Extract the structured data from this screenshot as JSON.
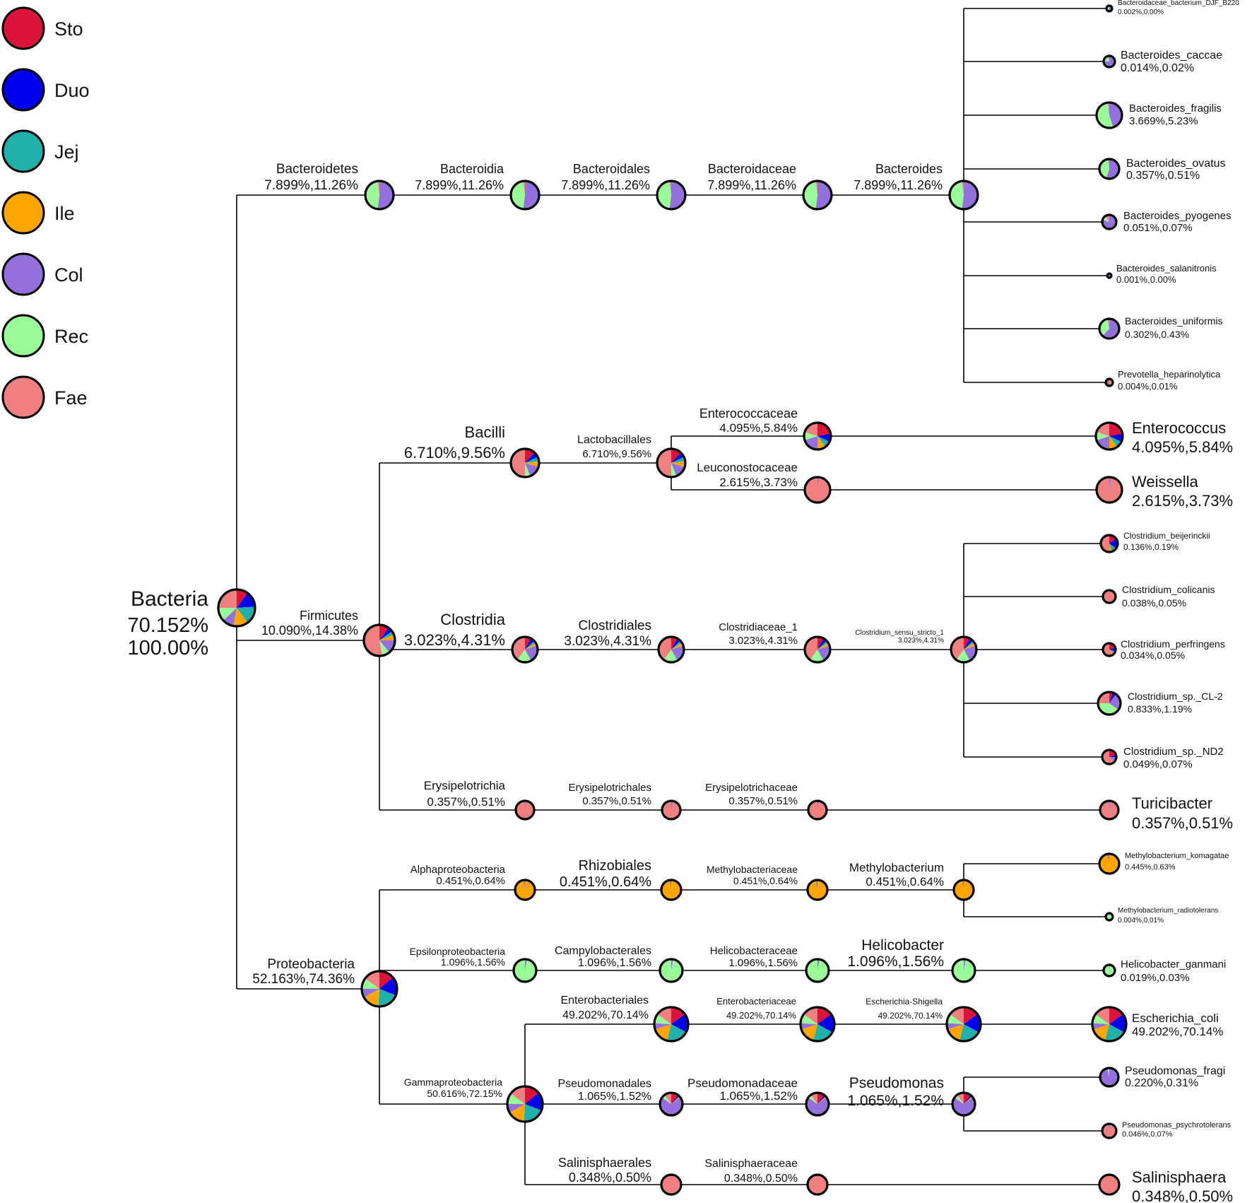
{
  "legend": [
    {
      "key": "Sto",
      "label": "Sto",
      "color": "#dc143c"
    },
    {
      "key": "Duo",
      "label": "Duo",
      "color": "#0000ee"
    },
    {
      "key": "Jej",
      "label": "Jej",
      "color": "#20b2aa"
    },
    {
      "key": "Ile",
      "label": "Ile",
      "color": "#ffa500"
    },
    {
      "key": "Col",
      "label": "Col",
      "color": "#9370db"
    },
    {
      "key": "Rec",
      "label": "Rec",
      "color": "#98fb98"
    },
    {
      "key": "Fae",
      "label": "Fae",
      "color": "#f08080"
    }
  ],
  "nodes": [
    {
      "id": "bacteria",
      "parent": null,
      "level": 0,
      "name": "Bacteria",
      "value": "70.152%",
      "value2": "100.00%",
      "pie": {
        "Sto": 0.1,
        "Duo": 0.14,
        "Jej": 0.16,
        "Ile": 0.13,
        "Col": 0.1,
        "Rec": 0.12,
        "Fae": 0.25
      }
    },
    {
      "id": "bacteroidetes",
      "parent": "bacteria",
      "level": 1,
      "name": "Bacteroidetes",
      "value": "7.899%,11.26%",
      "pie": {
        "Col": 0.52,
        "Rec": 0.46,
        "Fae": 0.02
      }
    },
    {
      "id": "firmicutes",
      "parent": "bacteria",
      "level": 1,
      "name": "Firmicutes",
      "value": "10.090%,14.38%",
      "pie": {
        "Sto": 0.1,
        "Duo": 0.05,
        "Jej": 0.04,
        "Ile": 0.06,
        "Col": 0.14,
        "Rec": 0.08,
        "Fae": 0.53
      }
    },
    {
      "id": "proteobacteria",
      "parent": "bacteria",
      "level": 1,
      "name": "Proteobacteria",
      "value": "52.163%,74.36%",
      "pie": {
        "Sto": 0.14,
        "Duo": 0.17,
        "Jej": 0.2,
        "Ile": 0.16,
        "Col": 0.08,
        "Rec": 0.1,
        "Fae": 0.15
      }
    },
    {
      "id": "bacteroidia",
      "parent": "bacteroidetes",
      "level": 2,
      "name": "Bacteroidia",
      "value": "7.899%,11.26%",
      "pie": {
        "Col": 0.52,
        "Rec": 0.46,
        "Fae": 0.02
      }
    },
    {
      "id": "bacteroidales",
      "parent": "bacteroidia",
      "level": 3,
      "name": "Bacteroidales",
      "value": "7.899%,11.26%",
      "pie": {
        "Col": 0.52,
        "Rec": 0.46,
        "Fae": 0.02
      }
    },
    {
      "id": "bacteroidaceae",
      "parent": "bacteroidales",
      "level": 4,
      "name": "Bacteroidaceae",
      "value": "7.899%,11.26%",
      "pie": {
        "Col": 0.52,
        "Rec": 0.46,
        "Fae": 0.02
      }
    },
    {
      "id": "bacteroides",
      "parent": "bacteroidaceae",
      "level": 5,
      "name": "Bacteroides",
      "value": "7.899%,11.26%",
      "pie": {
        "Col": 0.52,
        "Rec": 0.46,
        "Fae": 0.02
      }
    },
    {
      "id": "b_djf",
      "parent": "bacteroides",
      "level": 6,
      "name": "Bacteroidaceae_bacterium_DJF_B220",
      "value": "0.002%,0.00%",
      "pie": {
        "Col": 0.6,
        "Rec": 0.4
      }
    },
    {
      "id": "b_caccae",
      "parent": "bacteroides",
      "level": 6,
      "name": "Bacteroides_caccae",
      "value": "0.014%,0.02%",
      "pie": {
        "Col": 0.75,
        "Rec": 0.2,
        "Fae": 0.05
      }
    },
    {
      "id": "b_fragilis",
      "parent": "bacteroides",
      "level": 6,
      "name": "Bacteroides_fragilis",
      "value": "3.669%,5.23%",
      "pie": {
        "Col": 0.45,
        "Rec": 0.53,
        "Fae": 0.02
      }
    },
    {
      "id": "b_ovatus",
      "parent": "bacteroides",
      "level": 6,
      "name": "Bacteroides_ovatus",
      "value": "0.357%,0.51%",
      "pie": {
        "Col": 0.55,
        "Rec": 0.43,
        "Fae": 0.02
      }
    },
    {
      "id": "b_pyogenes",
      "parent": "bacteroides",
      "level": 6,
      "name": "Bacteroides_pyogenes",
      "value": "0.051%,0.07%",
      "pie": {
        "Col": 0.8,
        "Rec": 0.1,
        "Fae": 0.1
      }
    },
    {
      "id": "b_salanitronis",
      "parent": "bacteroides",
      "level": 6,
      "name": "Bacteroides_salanitronis",
      "value": "0.001%,0.00%",
      "pie": {
        "Col": 1.0
      }
    },
    {
      "id": "b_uniformis",
      "parent": "bacteroides",
      "level": 6,
      "name": "Bacteroides_uniformis",
      "value": "0.302%,0.43%",
      "pie": {
        "Col": 0.62,
        "Rec": 0.35,
        "Fae": 0.03
      }
    },
    {
      "id": "p_heparinolytica",
      "parent": "bacteroides",
      "level": 6,
      "name": "Prevotella_heparinolytica",
      "value": "0.004%,0.01%",
      "pie": {
        "Ile": 0.5,
        "Col": 0.5
      }
    },
    {
      "id": "bacilli",
      "parent": "firmicutes",
      "level": 2,
      "name": "Bacilli",
      "value": "6.710%,9.56%",
      "pie": {
        "Sto": 0.12,
        "Duo": 0.06,
        "Jej": 0.05,
        "Ile": 0.07,
        "Col": 0.14,
        "Rec": 0.06,
        "Fae": 0.5
      }
    },
    {
      "id": "clostridia",
      "parent": "firmicutes",
      "level": 2,
      "name": "Clostridia",
      "value": "3.023%,4.31%",
      "pie": {
        "Sto": 0.08,
        "Duo": 0.05,
        "Jej": 0.03,
        "Ile": 0.04,
        "Col": 0.22,
        "Rec": 0.18,
        "Fae": 0.4
      }
    },
    {
      "id": "erysipelotrichia",
      "parent": "firmicutes",
      "level": 2,
      "name": "Erysipelotrichia",
      "value": "0.357%,0.51%",
      "pie": {
        "Col": 0.03,
        "Fae": 0.97
      }
    },
    {
      "id": "lactobacillales",
      "parent": "bacilli",
      "level": 3,
      "name": "Lactobacillales",
      "value": "6.710%,9.56%",
      "pie": {
        "Sto": 0.12,
        "Duo": 0.06,
        "Jej": 0.05,
        "Ile": 0.07,
        "Col": 0.14,
        "Rec": 0.06,
        "Fae": 0.5
      }
    },
    {
      "id": "enterococcaceae",
      "parent": "lactobacillales",
      "level": 4,
      "name": "Enterococcaceae",
      "value": "4.095%,5.84%",
      "pie": {
        "Sto": 0.22,
        "Duo": 0.1,
        "Jej": 0.08,
        "Ile": 0.1,
        "Col": 0.2,
        "Rec": 0.1,
        "Fae": 0.2
      }
    },
    {
      "id": "leuconostocaceae",
      "parent": "lactobacillales",
      "level": 4,
      "name": "Leuconostocaceae",
      "value": "2.615%,3.73%",
      "pie": {
        "Col": 0.02,
        "Fae": 0.98
      }
    },
    {
      "id": "enterococcus",
      "parent": "enterococcaceae",
      "level": 6,
      "name": "Enterococcus",
      "value": "4.095%,5.84%",
      "pie": {
        "Sto": 0.22,
        "Duo": 0.1,
        "Jej": 0.08,
        "Ile": 0.1,
        "Col": 0.2,
        "Rec": 0.1,
        "Fae": 0.2
      }
    },
    {
      "id": "weissella",
      "parent": "leuconostocaceae",
      "level": 6,
      "name": "Weissella",
      "value": "2.615%,3.73%",
      "pie": {
        "Col": 0.02,
        "Fae": 0.98
      }
    },
    {
      "id": "clostridiales",
      "parent": "clostridia",
      "level": 3,
      "name": "Clostridiales",
      "value": "3.023%,4.31%",
      "pie": {
        "Sto": 0.08,
        "Duo": 0.05,
        "Jej": 0.03,
        "Ile": 0.04,
        "Col": 0.22,
        "Rec": 0.18,
        "Fae": 0.4
      }
    },
    {
      "id": "clostridiaceae_1",
      "parent": "clostridiales",
      "level": 4,
      "name": "Clostridiaceae_1",
      "value": "3.023%,4.31%",
      "pie": {
        "Sto": 0.08,
        "Duo": 0.05,
        "Jej": 0.03,
        "Ile": 0.04,
        "Col": 0.22,
        "Rec": 0.18,
        "Fae": 0.4
      }
    },
    {
      "id": "clostridium_ss1",
      "parent": "clostridiaceae_1",
      "level": 5,
      "name": "Clostridium_sensu_stricto_1",
      "value": "3.023%,4.31%",
      "pie": {
        "Sto": 0.08,
        "Duo": 0.05,
        "Jej": 0.03,
        "Ile": 0.04,
        "Col": 0.22,
        "Rec": 0.18,
        "Fae": 0.4
      }
    },
    {
      "id": "c_beijerinckii",
      "parent": "clostridium_ss1",
      "level": 6,
      "name": "Clostridium_beijerinckii",
      "value": "0.136%,0.19%",
      "pie": {
        "Sto": 0.15,
        "Duo": 0.2,
        "Jej": 0.1,
        "Ile": 0.05,
        "Fae": 0.5
      }
    },
    {
      "id": "c_colicanis",
      "parent": "clostridium_ss1",
      "level": 6,
      "name": "Clostridium_colicanis",
      "value": "0.038%,0.05%",
      "pie": {
        "Fae": 1.0
      }
    },
    {
      "id": "c_perfringens",
      "parent": "clostridium_ss1",
      "level": 6,
      "name": "Clostridium_perfringens",
      "value": "0.034%,0.05%",
      "pie": {
        "Sto": 0.2,
        "Duo": 0.1,
        "Jej": 0.05,
        "Ile": 0.05,
        "Fae": 0.6
      }
    },
    {
      "id": "c_sp_cl2",
      "parent": "clostridium_ss1",
      "level": 6,
      "name": "Clostridium_sp._CL-2",
      "value": "0.833%,1.19%",
      "pie": {
        "Sto": 0.05,
        "Duo": 0.05,
        "Col": 0.25,
        "Rec": 0.4,
        "Fae": 0.25
      }
    },
    {
      "id": "c_sp_nd2",
      "parent": "clostridium_ss1",
      "level": 6,
      "name": "Clostridium_sp._ND2",
      "value": "0.049%,0.07%",
      "pie": {
        "Sto": 0.2,
        "Duo": 0.05,
        "Col": 0.1,
        "Fae": 0.65
      }
    },
    {
      "id": "erysipelotrichales",
      "parent": "erysipelotrichia",
      "level": 3,
      "name": "Erysipelotrichales",
      "value": "0.357%,0.51%",
      "pie": {
        "Col": 0.03,
        "Fae": 0.97
      }
    },
    {
      "id": "erysipelotrichaceae",
      "parent": "erysipelotrichales",
      "level": 4,
      "name": "Erysipelotrichaceae",
      "value": "0.357%,0.51%",
      "pie": {
        "Col": 0.03,
        "Fae": 0.97
      }
    },
    {
      "id": "turicibacter",
      "parent": "erysipelotrichaceae",
      "level": 6,
      "name": "Turicibacter",
      "value": "0.357%,0.51%",
      "pie": {
        "Col": 0.03,
        "Fae": 0.97
      }
    },
    {
      "id": "alphaproteobacteria",
      "parent": "proteobacteria",
      "level": 2,
      "name": "Alphaproteobacteria",
      "value": "0.451%,0.64%",
      "pie": {
        "Ile": 0.97,
        "Col": 0.03
      }
    },
    {
      "id": "epsilonproteobacteria",
      "parent": "proteobacteria",
      "level": 2,
      "name": "Epsilonproteobacteria",
      "value": "1.096%,1.56%",
      "pie": {
        "Col": 0.03,
        "Rec": 0.97
      }
    },
    {
      "id": "gammaproteobacteria",
      "parent": "proteobacteria",
      "level": 2,
      "name": "Gammaproteobacteria",
      "value": "50.616%,72.15%",
      "pie": {
        "Sto": 0.14,
        "Duo": 0.17,
        "Jej": 0.2,
        "Ile": 0.16,
        "Col": 0.08,
        "Rec": 0.1,
        "Fae": 0.15
      }
    },
    {
      "id": "rhizobiales",
      "parent": "alphaproteobacteria",
      "level": 3,
      "name": "Rhizobiales",
      "value": "0.451%,0.64%",
      "pie": {
        "Ile": 0.97,
        "Col": 0.03
      }
    },
    {
      "id": "methylobacteriaceae",
      "parent": "rhizobiales",
      "level": 4,
      "name": "Methylobacteriaceae",
      "value": "0.451%,0.64%",
      "pie": {
        "Ile": 0.97,
        "Col": 0.03
      }
    },
    {
      "id": "methylobacterium",
      "parent": "methylobacteriaceae",
      "level": 5,
      "name": "Methylobacterium",
      "value": "0.451%,0.64%",
      "pie": {
        "Ile": 0.97,
        "Col": 0.03
      }
    },
    {
      "id": "m_komagatae",
      "parent": "methylobacterium",
      "level": 6,
      "name": "Methylobacterium_komagatae",
      "value": "0.445%,0.63%",
      "pie": {
        "Ile": 0.97,
        "Col": 0.03
      }
    },
    {
      "id": "m_radiotolerans",
      "parent": "methylobacterium",
      "level": 6,
      "name": "Methylobacterium_radiotolerans",
      "value": "0.004%,0.01%",
      "pie": {
        "Rec": 1.0
      }
    },
    {
      "id": "campylobacterales",
      "parent": "epsilonproteobacteria",
      "level": 3,
      "name": "Campylobacterales",
      "value": "1.096%,1.56%",
      "pie": {
        "Col": 0.03,
        "Rec": 0.97
      }
    },
    {
      "id": "helicobacteraceae",
      "parent": "campylobacterales",
      "level": 4,
      "name": "Helicobacteraceae",
      "value": "1.096%,1.56%",
      "pie": {
        "Col": 0.03,
        "Rec": 0.97
      }
    },
    {
      "id": "helicobacter",
      "parent": "helicobacteraceae",
      "level": 5,
      "name": "Helicobacter",
      "value": "1.096%,1.56%",
      "pie": {
        "Col": 0.03,
        "Rec": 0.97
      }
    },
    {
      "id": "h_ganmani",
      "parent": "helicobacter",
      "level": 6,
      "name": "Helicobacter_ganmani",
      "value": "0.019%,0.03%",
      "pie": {
        "Col": 0.03,
        "Rec": 0.97
      }
    },
    {
      "id": "enterobacteriales",
      "parent": "gammaproteobacteria",
      "level": 3,
      "name": "Enterobacteriales",
      "value": "49.202%,70.14%",
      "pie": {
        "Sto": 0.15,
        "Duo": 0.18,
        "Jej": 0.21,
        "Ile": 0.16,
        "Col": 0.06,
        "Rec": 0.09,
        "Fae": 0.15
      }
    },
    {
      "id": "pseudomonadales",
      "parent": "gammaproteobacteria",
      "level": 3,
      "name": "Pseudomonadales",
      "value": "1.065%,1.52%",
      "pie": {
        "Sto": 0.1,
        "Duo": 0.03,
        "Ile": 0.02,
        "Col": 0.7,
        "Rec": 0.05,
        "Fae": 0.1
      }
    },
    {
      "id": "salinisphaerales",
      "parent": "gammaproteobacteria",
      "level": 3,
      "name": "Salinisphaerales",
      "value": "0.348%,0.50%",
      "pie": {
        "Fae": 1.0
      }
    },
    {
      "id": "enterobacteriaceae",
      "parent": "enterobacteriales",
      "level": 4,
      "name": "Enterobacteriaceae",
      "value": "49.202%,70.14%",
      "pie": {
        "Sto": 0.15,
        "Duo": 0.18,
        "Jej": 0.21,
        "Ile": 0.16,
        "Col": 0.06,
        "Rec": 0.09,
        "Fae": 0.15
      }
    },
    {
      "id": "escherichia_shigella",
      "parent": "enterobacteriaceae",
      "level": 5,
      "name": "Escherichia-Shigella",
      "value": "49.202%,70.14%",
      "pie": {
        "Sto": 0.15,
        "Duo": 0.18,
        "Jej": 0.21,
        "Ile": 0.16,
        "Col": 0.06,
        "Rec": 0.09,
        "Fae": 0.15
      }
    },
    {
      "id": "e_coli",
      "parent": "escherichia_shigella",
      "level": 6,
      "name": "Escherichia_coli",
      "value": "49.202%,70.14%",
      "pie": {
        "Sto": 0.15,
        "Duo": 0.18,
        "Jej": 0.21,
        "Ile": 0.16,
        "Col": 0.06,
        "Rec": 0.09,
        "Fae": 0.15
      }
    },
    {
      "id": "pseudomonadaceae",
      "parent": "pseudomonadales",
      "level": 4,
      "name": "Pseudomonadaceae",
      "value": "1.065%,1.52%",
      "pie": {
        "Sto": 0.1,
        "Duo": 0.03,
        "Ile": 0.02,
        "Col": 0.7,
        "Rec": 0.05,
        "Fae": 0.1
      }
    },
    {
      "id": "pseudomonas",
      "parent": "pseudomonadaceae",
      "level": 5,
      "name": "Pseudomonas",
      "value": "1.065%,1.52%",
      "pie": {
        "Sto": 0.1,
        "Duo": 0.03,
        "Ile": 0.02,
        "Col": 0.7,
        "Rec": 0.05,
        "Fae": 0.1
      }
    },
    {
      "id": "p_fragi",
      "parent": "pseudomonas",
      "level": 6,
      "name": "Pseudomonas_fragi",
      "value": "0.220%,0.31%",
      "pie": {
        "Col": 0.97,
        "Rec": 0.03
      }
    },
    {
      "id": "p_psychrotolerans",
      "parent": "pseudomonas",
      "level": 6,
      "name": "Pseudomonas_psychrotolerans",
      "value": "0.046%,0.07%",
      "pie": {
        "Col": 0.03,
        "Fae": 0.97
      }
    },
    {
      "id": "salinisphaeraceae",
      "parent": "salinisphaerales",
      "level": 4,
      "name": "Salinisphaeraceae",
      "value": "0.348%,0.50%",
      "pie": {
        "Fae": 1.0
      }
    },
    {
      "id": "salinisphaera",
      "parent": "salinisphaeraceae",
      "level": 6,
      "name": "Salinisphaera",
      "value": "0.348%,0.50%",
      "pie": {
        "Fae": 1.0
      }
    }
  ]
}
